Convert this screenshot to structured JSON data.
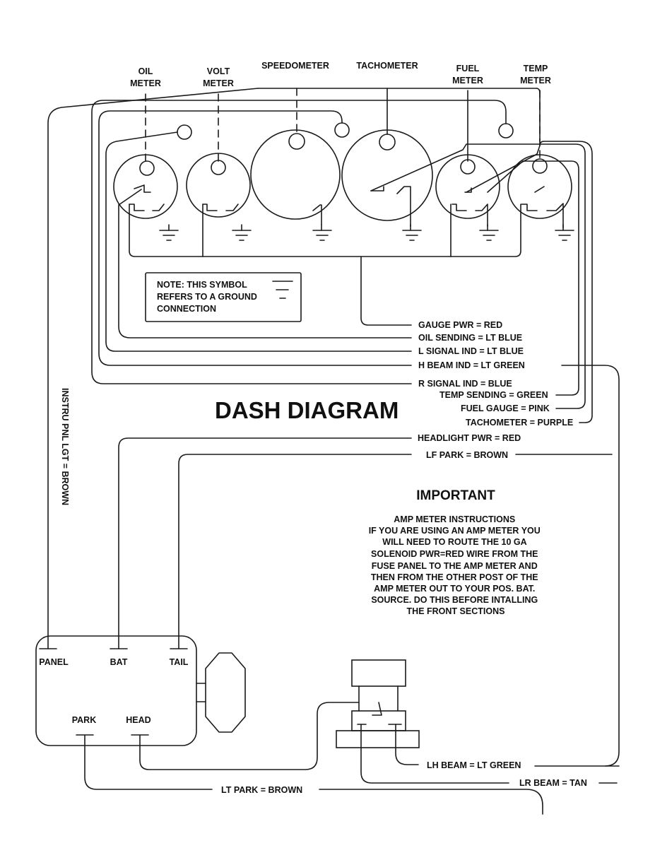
{
  "title": "DASH DIAGRAM",
  "gauges": {
    "oil": [
      "OIL",
      "METER"
    ],
    "volt": [
      "VOLT",
      "METER"
    ],
    "speedo": [
      "SPEEDOMETER"
    ],
    "tach": [
      "TACHOMETER"
    ],
    "fuel": [
      "FUEL",
      "METER"
    ],
    "temp": [
      "TEMP",
      "METER"
    ]
  },
  "note": [
    "NOTE: THIS SYMBOL",
    "REFERS TO A GROUND",
    "CONNECTION"
  ],
  "wires": {
    "gauge_pwr": "GAUGE PWR = RED",
    "oil_sending": "OIL SENDING = LT BLUE",
    "l_signal": "L SIGNAL IND = LT BLUE",
    "h_beam": "H BEAM IND = LT GREEN",
    "r_signal": "R SIGNAL IND = BLUE",
    "temp_sending": "TEMP SENDING = GREEN",
    "fuel_gauge": "FUEL GAUGE = PINK",
    "tachometer": "TACHOMETER = PURPLE",
    "headlight_pwr": "HEADLIGHT PWR = RED",
    "lf_park": "LF PARK = BROWN",
    "instru": "INSTRU PNL LGT = BROWN",
    "lh_beam": "LH BEAM = LT GREEN",
    "lr_beam": "LR BEAM = TAN",
    "lt_park": "LT PARK = BROWN"
  },
  "important": {
    "heading": "IMPORTANT",
    "lines": [
      "AMP METER INSTRUCTIONS",
      "IF YOU ARE USING AN AMP METER YOU",
      "WILL NEED TO ROUTE THE 10 GA",
      "SOLENOID PWR=RED WIRE FROM THE",
      "FUSE PANEL TO THE AMP METER AND",
      "THEN FROM THE OTHER POST OF THE",
      "AMP METER OUT TO YOUR POS. BAT.",
      "SOURCE. DO THIS BEFORE INTALLING",
      "THE FRONT SECTIONS"
    ]
  },
  "switch": {
    "panel": "PANEL",
    "bat": "BAT",
    "tail": "TAIL",
    "park": "PARK",
    "head": "HEAD"
  }
}
